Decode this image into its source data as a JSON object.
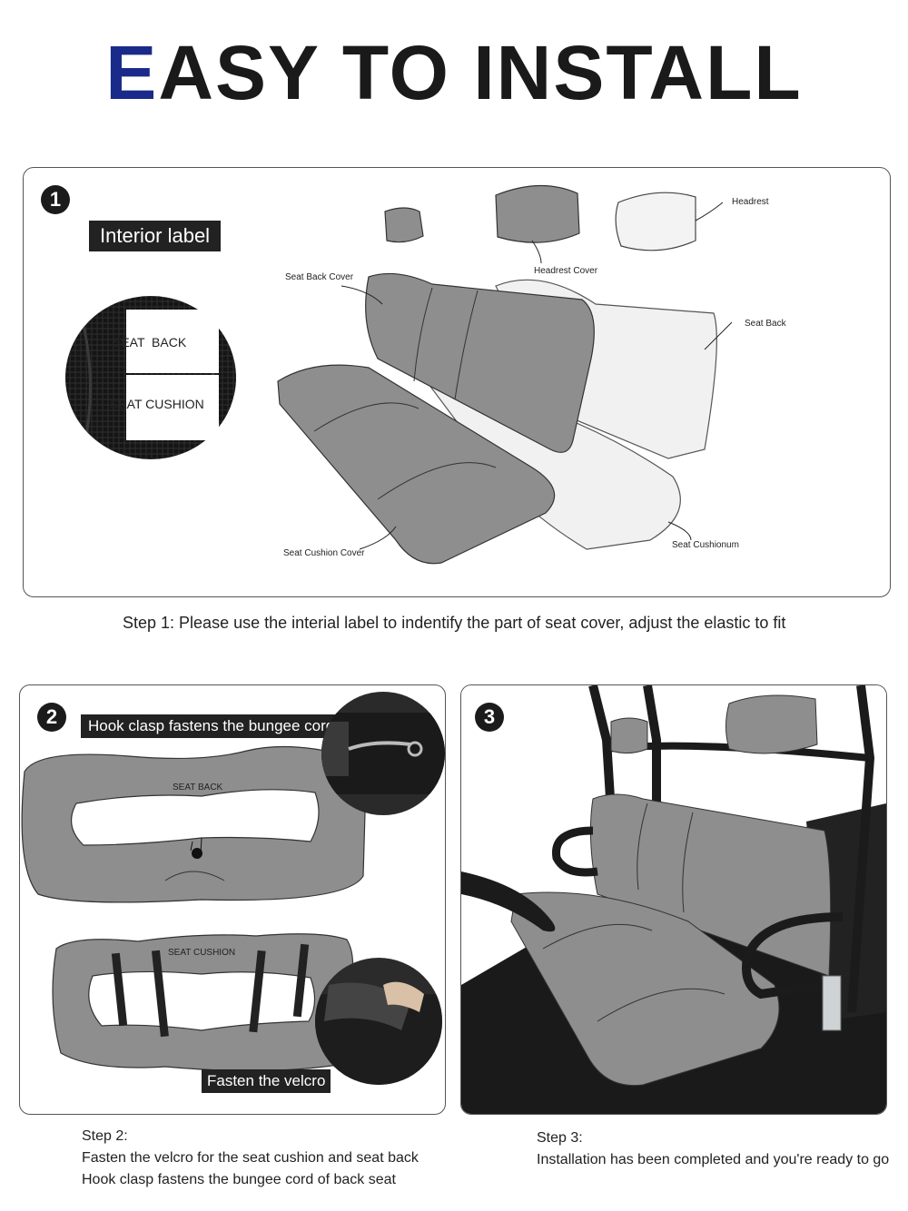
{
  "title": {
    "first": "E",
    "rest": "ASY TO INSTALL"
  },
  "step1": {
    "number": "1",
    "interior_label": "Interior label",
    "seat_back_tag": "SEAT  BACK",
    "seat_cushion_tag": "SEAT CUSHION",
    "labels": {
      "headrest": "Headrest",
      "headrest_cover": "Headrest Cover",
      "seat_back_cover": "Seat Back Cover",
      "seat_back": "Seat Back",
      "seat_cushion_cover": "Seat Cushion Cover",
      "seat_cushion": "Seat Cushionum"
    },
    "caption": "Step 1:  Please use the interial label to indentify the part of seat cover, adjust the elastic to fit"
  },
  "step2": {
    "number": "2",
    "hook_label": "Hook clasp fastens the bungee cord",
    "seat_back_text": "SEAT BACK",
    "seat_cushion_text": "SEAT CUSHION",
    "velcro_label": "Fasten the velcro",
    "caption_title": "Step 2:",
    "caption_line1": "Fasten the velcro for the seat cushion and seat back",
    "caption_line2": "Hook clasp fastens the bungee cord of back seat"
  },
  "step3": {
    "number": "3",
    "caption_title": "Step 3:",
    "caption_line1": "Installation has been completed and you're ready to go"
  },
  "colors": {
    "accent_blue": "#1a2a8a",
    "cover_gray": "#8e8e8e",
    "dark": "#1b1b1b"
  }
}
